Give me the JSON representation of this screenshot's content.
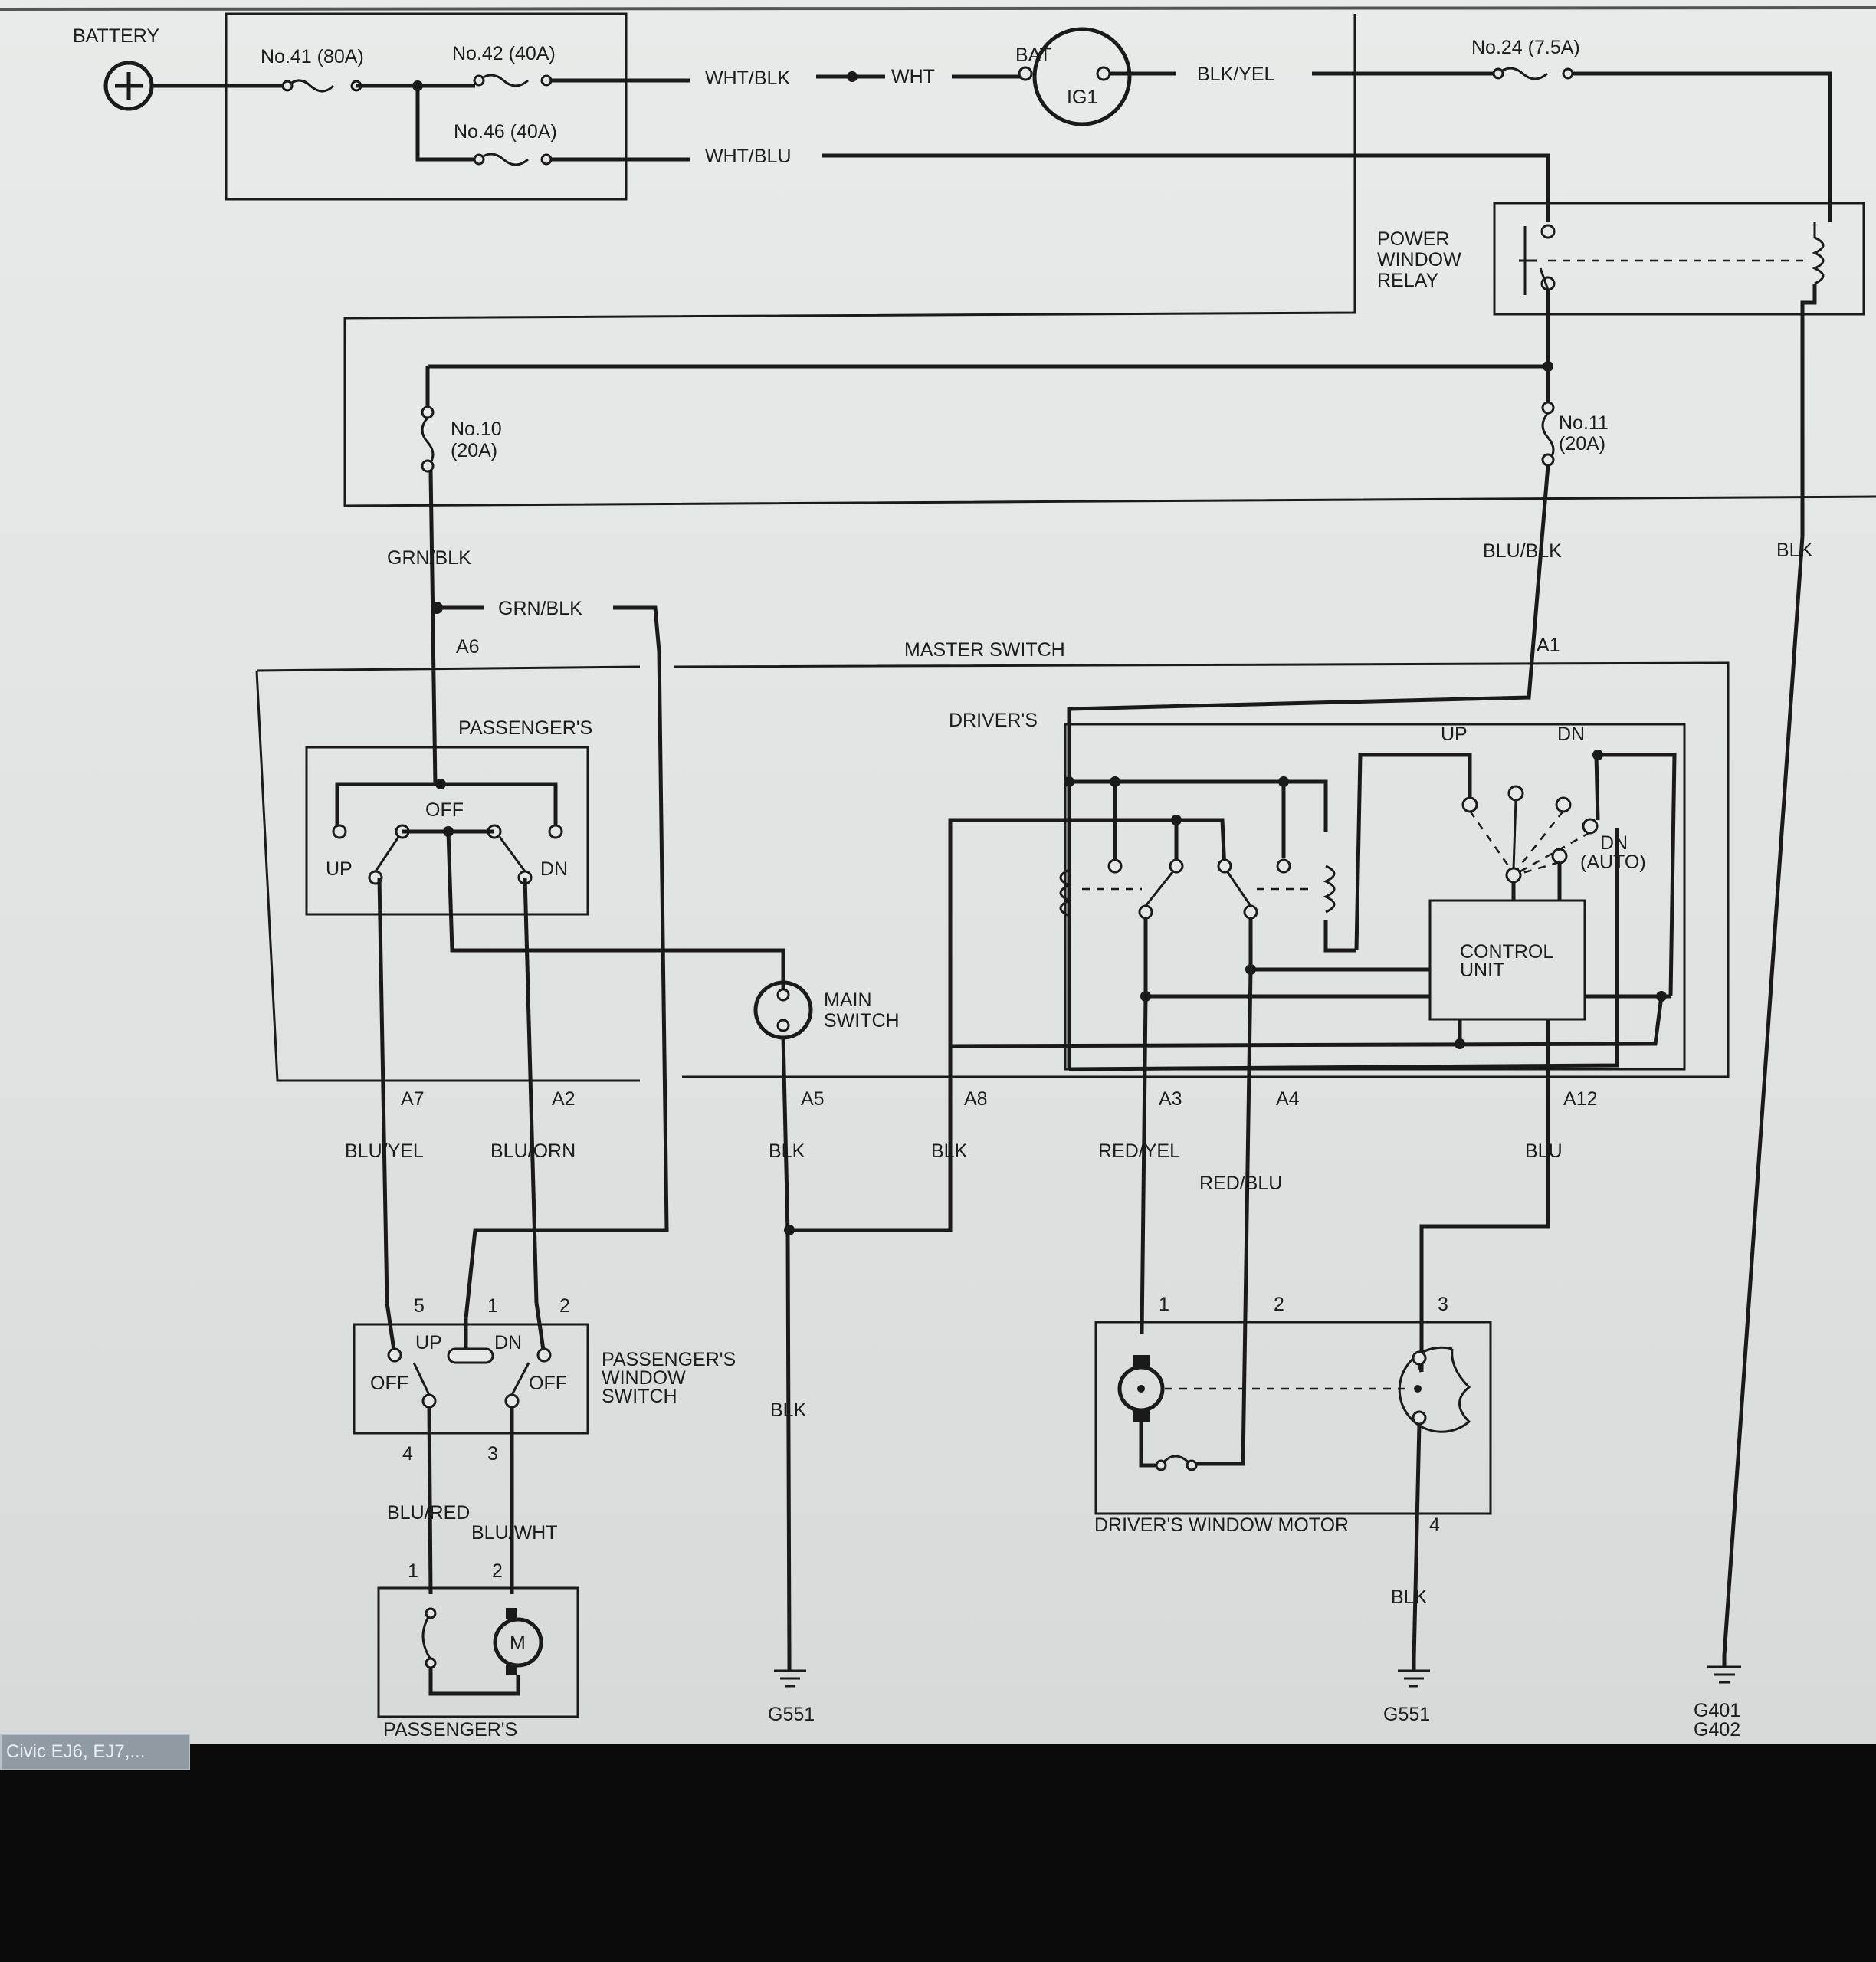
{
  "diagram": {
    "battery": {
      "label": "BATTERY"
    },
    "fuses": {
      "f41": "No.41 (80A)",
      "f42": "No.42 (40A)",
      "f46": "No.46 (40A)",
      "f24": "No.24 (7.5A)",
      "f10_a": "No.10",
      "f10_b": "(20A)",
      "f11_a": "No.11",
      "f11_b": "(20A)"
    },
    "ignition": {
      "bat": "BAT",
      "ig1": "IG1"
    },
    "relay": {
      "line1": "POWER",
      "line2": "WINDOW",
      "line3": "RELAY"
    },
    "wires": {
      "wht_blk": "WHT/BLK",
      "wht": "WHT",
      "blk_yel": "BLK/YEL",
      "wht_blu": "WHT/BLU",
      "grn_blk_1": "GRN/BLK",
      "grn_blk_2": "GRN/BLK",
      "blu_blk": "BLU/BLK",
      "blk_right": "BLK",
      "blu_yel": "BLU/YEL",
      "blu_orn": "BLU/ORN",
      "blk_a5": "BLK",
      "blk_a8": "BLK",
      "red_yel": "RED/YEL",
      "red_blu": "RED/BLU",
      "blu": "BLU",
      "blk_mid": "BLK",
      "blu_red": "BLU/RED",
      "blu_wht": "BLU/WHT",
      "blk_motor": "BLK"
    },
    "master_switch": {
      "title": "MASTER SWITCH",
      "passengers": "PASSENGER'S",
      "drivers": "DRIVER'S",
      "off": "OFF",
      "up": "UP",
      "dn": "DN",
      "up2": "UP",
      "dn2": "DN",
      "dn_auto_a": "DN",
      "dn_auto_b": "(AUTO)",
      "control_a": "CONTROL",
      "control_b": "UNIT",
      "main_a": "MAIN",
      "main_b": "SWITCH"
    },
    "connectors": {
      "a6": "A6",
      "a1": "A1",
      "a7": "A7",
      "a2": "A2",
      "a5": "A5",
      "a8": "A8",
      "a3": "A3",
      "a4": "A4",
      "a12": "A12"
    },
    "passenger_window_switch": {
      "label_a": "PASSENGER'S",
      "label_b": "WINDOW",
      "label_c": "SWITCH",
      "pin5": "5",
      "pin1": "1",
      "pin2": "2",
      "pin4": "4",
      "pin3": "3",
      "up": "UP",
      "dn": "DN",
      "off_l": "OFF",
      "off_r": "OFF"
    },
    "passenger_motor": {
      "pin1": "1",
      "pin2": "2",
      "m": "M",
      "label": "PASSENGER'S"
    },
    "driver_motor": {
      "label": "DRIVER'S WINDOW MOTOR",
      "pin1": "1",
      "pin2": "2",
      "pin3": "3",
      "pin4": "4"
    },
    "grounds": {
      "g551_a": "G551",
      "g551_b": "G551",
      "g401": "G401",
      "g402": "G402"
    }
  },
  "taskbar": {
    "tab_label": "Civic EJ6, EJ7,..."
  }
}
